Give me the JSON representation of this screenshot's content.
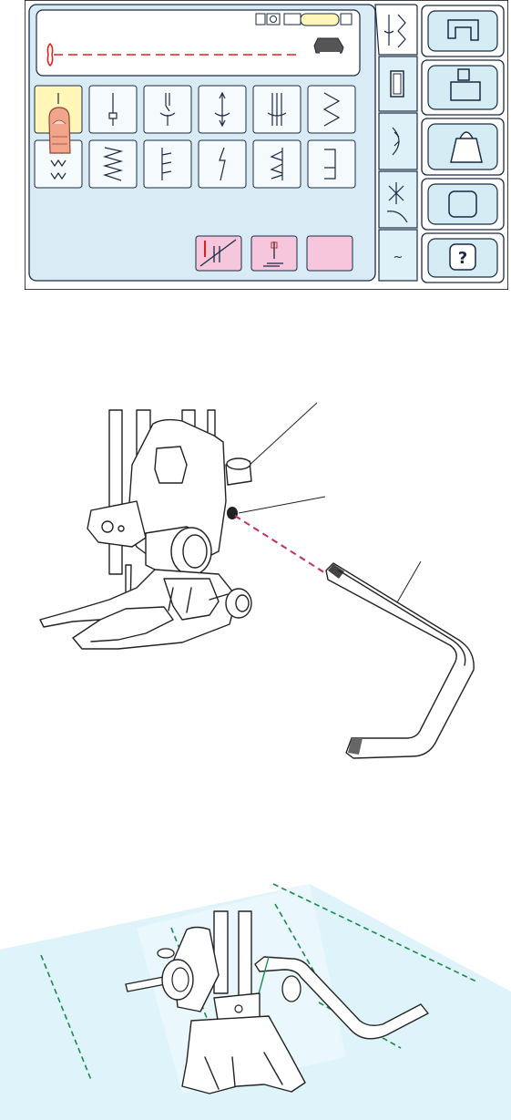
{
  "colors": {
    "screen_bg": "#d9ecf5",
    "key_bg": "#f5fbfd",
    "selected_key": "#fff6b8",
    "pink_key": "#f6c6dc",
    "side_tab": "#dff1f8",
    "side_button": "#d6ecf5",
    "outline": "#1a2a44",
    "dashed_red": "#e02020",
    "fabric": "#dff3fb",
    "seam_green": "#1a8a4a"
  },
  "screen": {
    "stitch_keys": [
      {
        "icon": "straight-stitch-icon",
        "selected": true
      },
      {
        "icon": "bartack-stitch-icon"
      },
      {
        "icon": "reinforced-straight-icon"
      },
      {
        "icon": "arrow-stitch-icon"
      },
      {
        "icon": "triple-straight-icon"
      },
      {
        "icon": "zigzag-icon"
      },
      {
        "icon": "multi-zigzag-icon"
      },
      {
        "icon": "wide-zigzag-icon"
      },
      {
        "icon": "blind-hem-icon"
      },
      {
        "icon": "lightning-stitch-icon"
      },
      {
        "icon": "overcast-icon"
      },
      {
        "icon": "square-stitch-icon"
      }
    ],
    "bottom_keys": [
      "twin-needle-icon",
      "needle-up-down-icon",
      "blank-key"
    ],
    "side_tabs": [
      "straight-stitch-tab-icon",
      "buttonhole-tab-icon",
      "satin-tab-icon",
      "quilt-tab-icon",
      "more-tab-label"
    ],
    "more_tab_label": "~",
    "right_buttons": [
      "sewing-machine-icon",
      "thread-machine-icon",
      "bag-icon",
      "blank-button",
      "help-button"
    ],
    "help_label": "?"
  },
  "steps": [
    {
      "figure": "attach-quilting-guide"
    },
    {
      "figure": "quilting-parallel-lines"
    }
  ]
}
